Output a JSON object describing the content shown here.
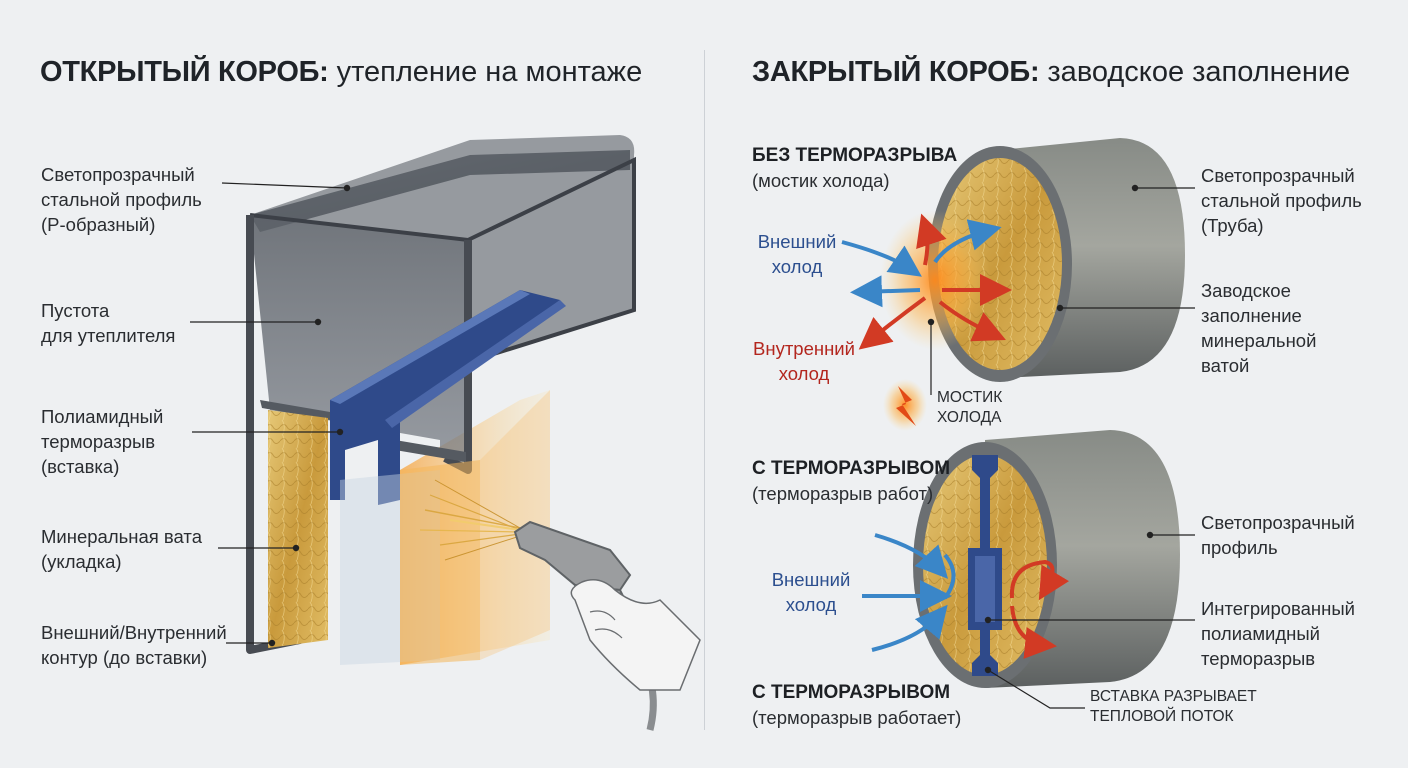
{
  "left": {
    "title_bold": "ОТКРЫТЫЙ КОРОБ:",
    "title_rest": "утепление на монтаже",
    "labels": [
      [
        "Светопрозрачный",
        "стальной профиль",
        "(Р-образный)"
      ],
      [
        "Пустота",
        "для утеплителя"
      ],
      [
        "Полиамидный",
        "терморазрыв",
        "(вставка)"
      ],
      [
        "Минеральная вата",
        "(укладка)"
      ],
      [
        "Внешний/Внутренний",
        "контур (до вставки)"
      ]
    ]
  },
  "right": {
    "title_bold": "ЗАКРЫТЫЙ КОРОБ:",
    "title_rest": "заводское заполнение",
    "top": {
      "heading": "БЕЗ ТЕРМОРАЗРЫВА",
      "subheading": "(мостик холода)",
      "outer_cold": [
        "Внешний",
        "холод"
      ],
      "inner_cold": [
        "Внутренний",
        "холод"
      ],
      "bridge": [
        "МОСТИК",
        "ХОЛОДА"
      ],
      "profile_label": [
        "Светопрозрачный",
        "стальной профиль",
        "(Труба)"
      ],
      "fill_label": [
        "Заводское",
        "заполнение",
        "минеральной",
        "ватой"
      ]
    },
    "bottom": {
      "heading": "С ТЕРМОРАЗРЫВОМ",
      "subheading": "(терморазрыв работ)",
      "outer_cold": [
        "Внешний",
        "холод"
      ],
      "profile_label": [
        "Светопрозрачный",
        "профиль"
      ],
      "break_label": [
        "Интегрированный",
        "полиамидный",
        "терморазрыв"
      ],
      "heading2": "С ТЕРМОРАЗРЫВОМ",
      "subheading2": "(терморазрыв работает)",
      "note": [
        "ВСТАВКА РАЗРЫВАЕТ",
        "ТЕПЛОВОЙ ПОТОК"
      ]
    }
  },
  "colors": {
    "steel": "#5d6269",
    "polyamide": "#2f4a8a",
    "wool": "#d8b35a",
    "cold": "#3a86c8",
    "heat": "#d23a24"
  }
}
